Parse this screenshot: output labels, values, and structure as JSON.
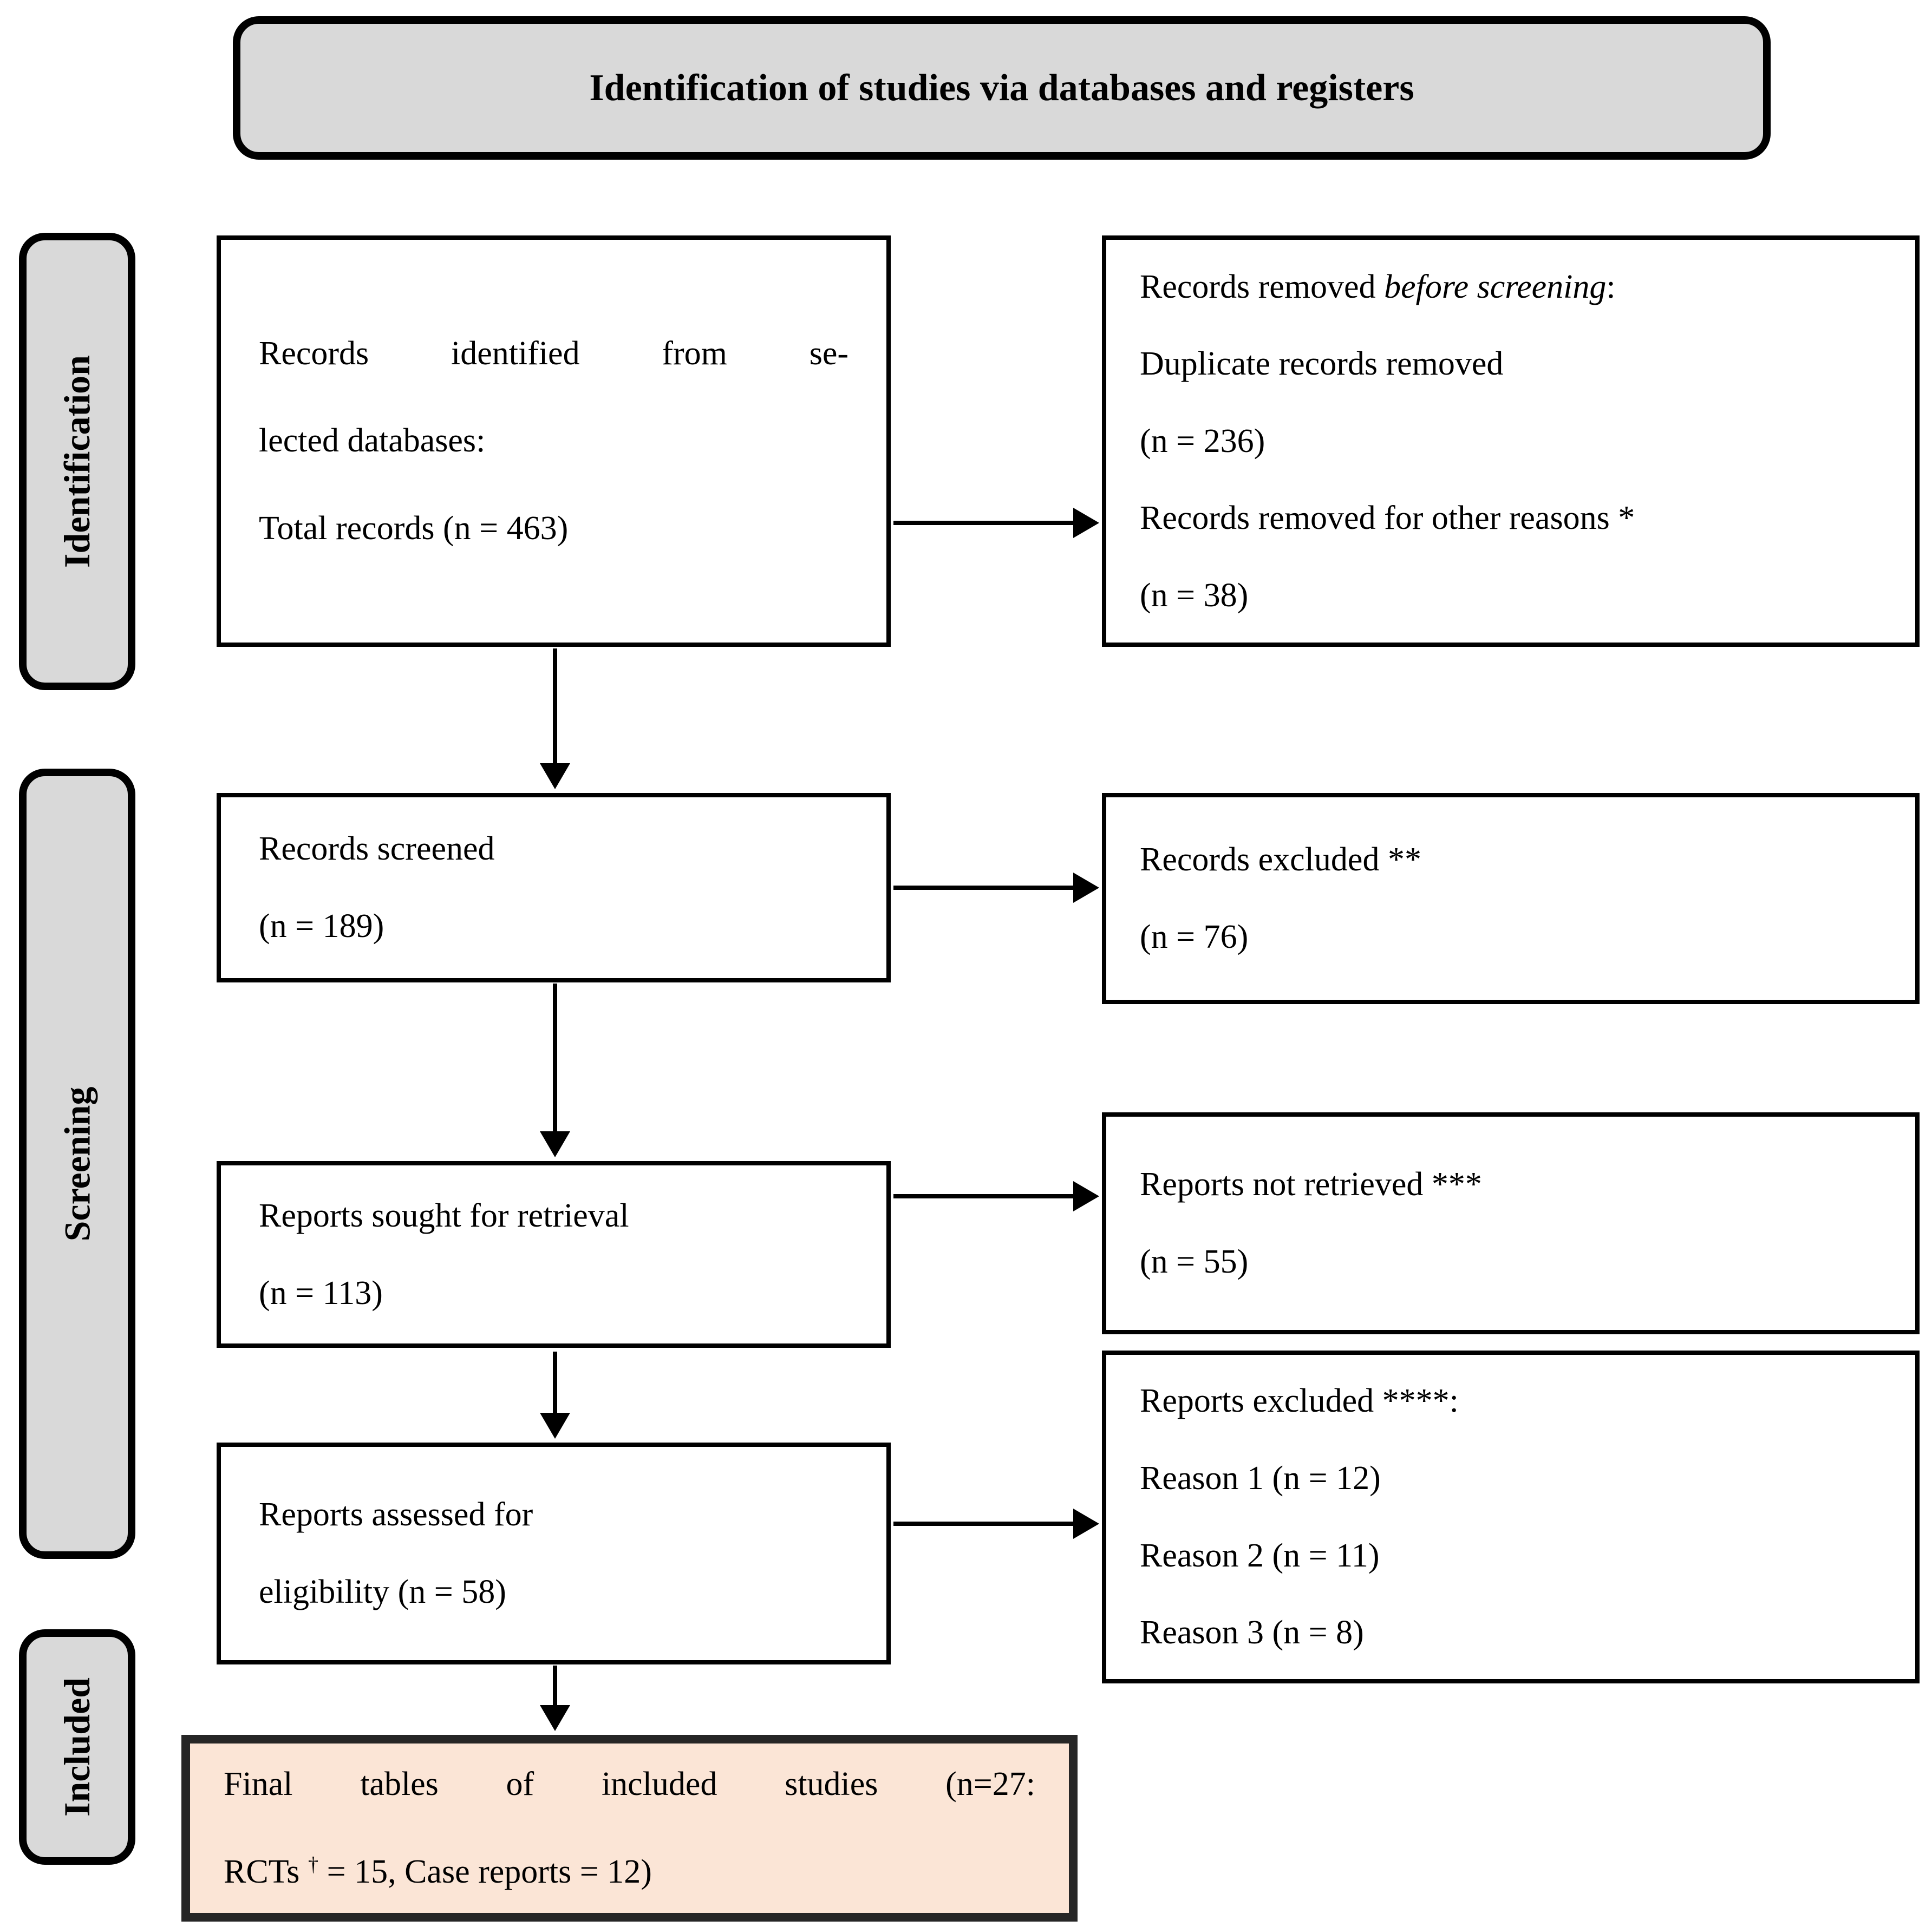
{
  "title": "Identification of studies via databases and registers",
  "sidebar": {
    "identification": "Identification",
    "screening": "Screening",
    "included": "Included"
  },
  "boxes": {
    "identified": {
      "lines": [
        "Records identified from se-",
        "lected databases:",
        "Total records (n = 463)"
      ]
    },
    "removed": {
      "line1_prefix": "Records removed ",
      "line1_italic": "before screening",
      "line1_suffix": ":",
      "lines": [
        "Duplicate records removed",
        "(n = 236)",
        "Records removed for other reasons *",
        "(n = 38)"
      ]
    },
    "screened": {
      "lines": [
        "Records screened",
        "(n = 189)"
      ]
    },
    "excluded": {
      "lines": [
        "Records excluded **",
        "(n = 76)"
      ]
    },
    "sought": {
      "lines": [
        "Reports sought for retrieval",
        "(n = 113)"
      ]
    },
    "not_retrieved": {
      "lines": [
        "Reports not retrieved ***",
        "(n = 55)"
      ]
    },
    "assessed": {
      "lines": [
        "Reports assessed for",
        "eligibility (n = 58)"
      ]
    },
    "reports_excluded": {
      "lines": [
        "Reports excluded ****:",
        "Reason 1 (n = 12)",
        "Reason 2 (n = 11)",
        "Reason 3 (n = 8)"
      ]
    },
    "final": {
      "line1": "Final tables of included studies (n=27:",
      "line2_pre": "RCTs ",
      "dagger": "†",
      "line2_post": " = 15, Case reports = 12)"
    }
  },
  "counts": {
    "total_records": 463,
    "duplicates_removed": 236,
    "removed_other_reasons": 38,
    "records_screened": 189,
    "records_excluded": 76,
    "reports_sought": 113,
    "reports_not_retrieved": 55,
    "reports_assessed": 58,
    "excluded_reason1": 12,
    "excluded_reason2": 11,
    "excluded_reason3": 8,
    "included_total": 27,
    "included_rcts": 15,
    "included_case_reports": 12
  },
  "colors": {
    "gray_fill": "#d9d9d9",
    "final_fill": "#fbe5d6",
    "border_black": "#000000",
    "final_border": "#262626"
  }
}
